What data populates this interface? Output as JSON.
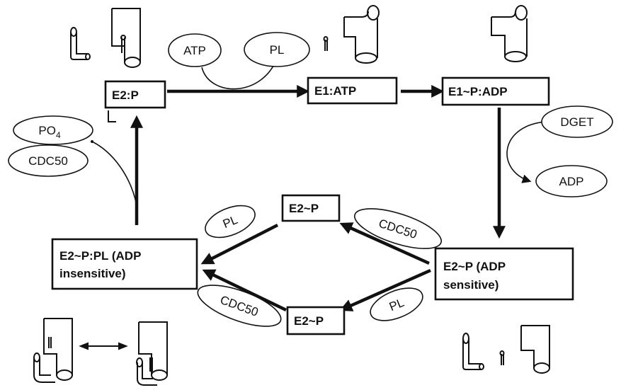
{
  "states": {
    "e2p_top": "E2:P",
    "e1atp": "E1:ATP",
    "e1padp": "E1~P:ADP",
    "e2p_sens_1": "E2~P (ADP",
    "e2p_sens_2": "sensitive)",
    "e2p_upper": "E2~P",
    "e2p_lower": "E2~P",
    "e2ppl_1": "E2~P:PL (ADP",
    "e2ppl_2": "insensitive)"
  },
  "ligands": {
    "atp": "ATP",
    "pl_top": "PL",
    "dget": "DGET",
    "adp": "ADP",
    "po4": "PO",
    "po4_sub": "4",
    "cdc50_left": "CDC50",
    "cdc50_upper": "CDC50",
    "pl_upper": "PL",
    "pl_lower": "PL",
    "cdc50_lower": "CDC50"
  }
}
